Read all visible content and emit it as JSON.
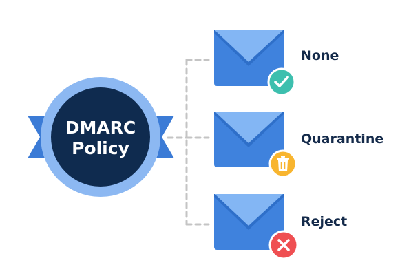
{
  "policy": {
    "line1": "DMARC",
    "line2": "Policy"
  },
  "options": [
    {
      "label": "None",
      "status_icon": "check-icon",
      "status_color": "#3dbfae"
    },
    {
      "label": "Quarantine",
      "status_icon": "trash-icon",
      "status_color": "#f8b52f"
    },
    {
      "label": "Reject",
      "status_icon": "close-icon",
      "status_color": "#ef4f52"
    }
  ],
  "colors": {
    "badge_outer": "#8cb8f2",
    "badge_inner": "#0f2b4f",
    "ribbon": "#3b7bd6",
    "envelope": "#3f82dd",
    "envelope_flap": "#83b6f4",
    "connector": "#c4c4c4",
    "label": "#142a4a"
  }
}
